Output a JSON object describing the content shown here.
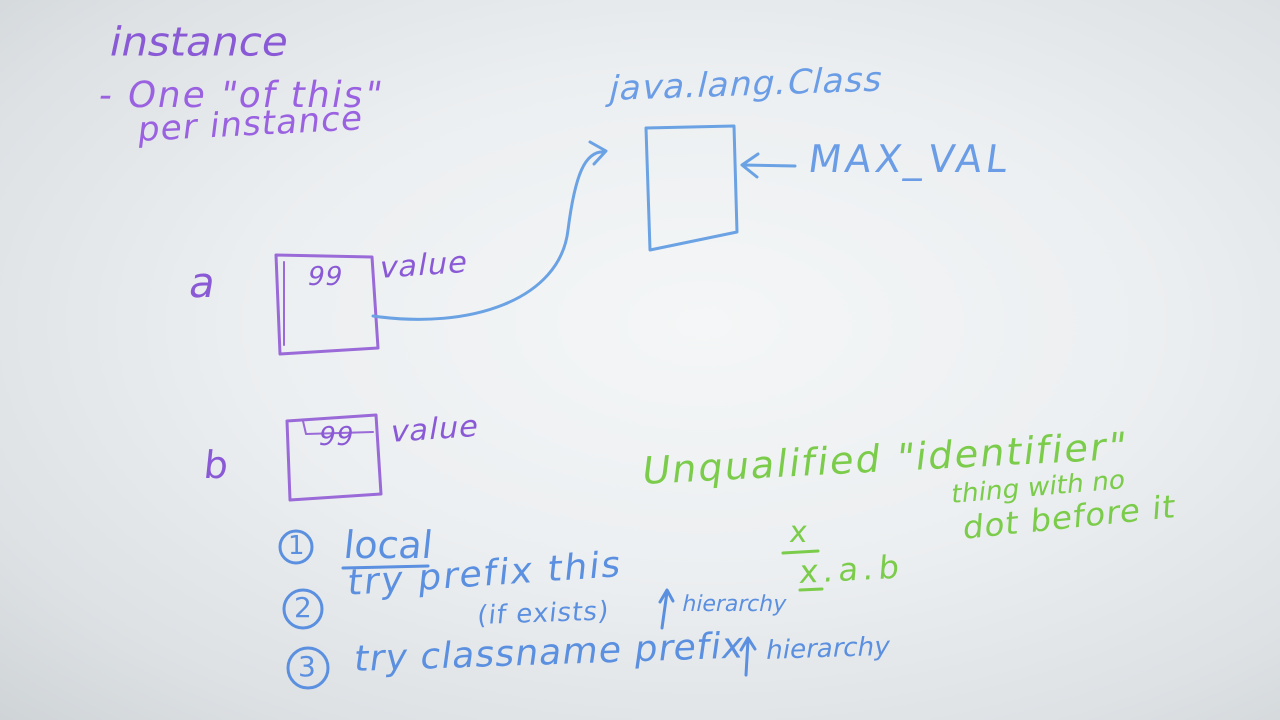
{
  "whiteboard": {
    "heading": {
      "title": "instance",
      "line1": "- One \"of this\"",
      "line2": "per instance"
    },
    "class_diagram": {
      "class_label": "java.lang.Class",
      "field_label": "MAX_VAL"
    },
    "var_a": {
      "name": "a",
      "box_value": "99",
      "field_label": "value"
    },
    "var_b": {
      "name": "b",
      "box_value": "99",
      "field_label": "value"
    },
    "lookup_steps": [
      {
        "number": "1",
        "text": "local"
      },
      {
        "number": "2",
        "text": "try prefix this",
        "subtext": "(if exists)",
        "suffix": "hierarchy"
      },
      {
        "number": "3",
        "text": "try classname prefix",
        "suffix": "hierarchy"
      }
    ],
    "note": {
      "title": "Unqualified \"identifier\"",
      "line2": "thing with no",
      "line3": "dot before it",
      "example1": "x",
      "example2": "x.a.b"
    },
    "colors": {
      "purple": "#8a5ad6",
      "blue": "#5b8fe0",
      "green": "#7ccc4c"
    }
  }
}
